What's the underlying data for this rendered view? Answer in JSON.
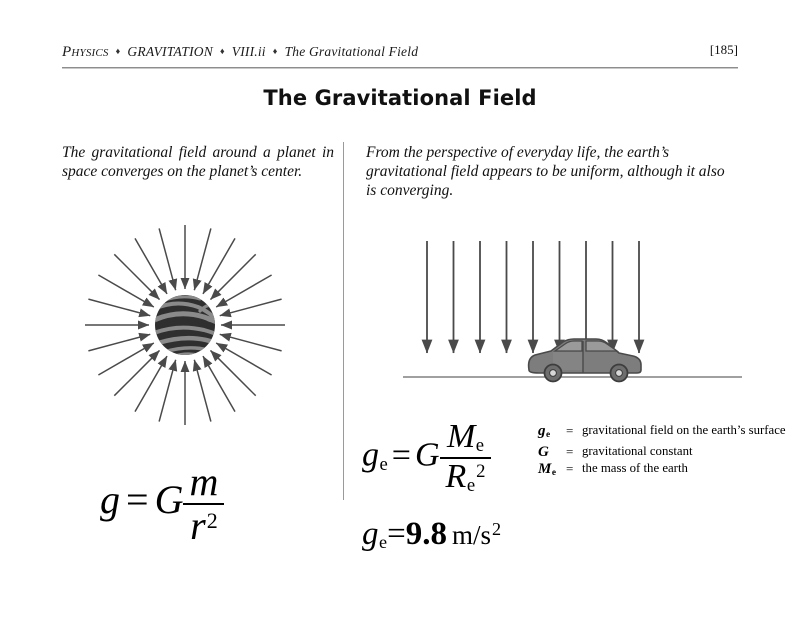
{
  "header": {
    "subject": "Physics",
    "chapter": "GRAVITATION",
    "section": "VIII.ii",
    "topic": "The Gravitational Field",
    "separator": "♦",
    "page_number": "[185]"
  },
  "title": "The Gravitational Field",
  "captions": {
    "left": "The gravitational field around a planet in space converges on the planet’s center.",
    "right": "From the perspective of everyday life, the earth’s gravitational field appears to be uniform, although it also is converging."
  },
  "diagrams": {
    "radial": {
      "name": "planet-radial-field",
      "arrow_count": 24,
      "planet_fill": "#2f2f2f",
      "planet_band": "#8a8a8a",
      "arrow_color": "#4a4a4a"
    },
    "uniform": {
      "name": "uniform-field-over-car",
      "arrow_count": 9,
      "arrow_color": "#4a4a4a",
      "ground_color": "#808080",
      "car_body": "#7d7d7d",
      "car_outline": "#4a4a4a"
    }
  },
  "equations": {
    "left": {
      "lhs": "g",
      "op": "=",
      "constant": "G",
      "numerator": "m",
      "denominator": "r",
      "denominator_exponent": "2"
    },
    "right": {
      "lhs": "g",
      "lhs_sub": "e",
      "op": "=",
      "constant": "G",
      "numerator": "M",
      "numerator_sub": "e",
      "denominator": "R",
      "denominator_sub": "e",
      "denominator_exponent": "2"
    },
    "value": {
      "lhs": "g",
      "lhs_sub": "e",
      "op": "=",
      "number": "9.8",
      "units": "m/s",
      "units_exponent": "2"
    }
  },
  "legend": [
    {
      "symbol": "g",
      "symbol_sub": "e",
      "equals": "=",
      "definition": "gravitational field on the earth’s surface"
    },
    {
      "symbol": "G",
      "symbol_sub": "",
      "equals": "=",
      "definition": "gravitational constant"
    },
    {
      "symbol": "M",
      "symbol_sub": "e",
      "equals": "=",
      "definition": "the mass of the earth"
    }
  ]
}
